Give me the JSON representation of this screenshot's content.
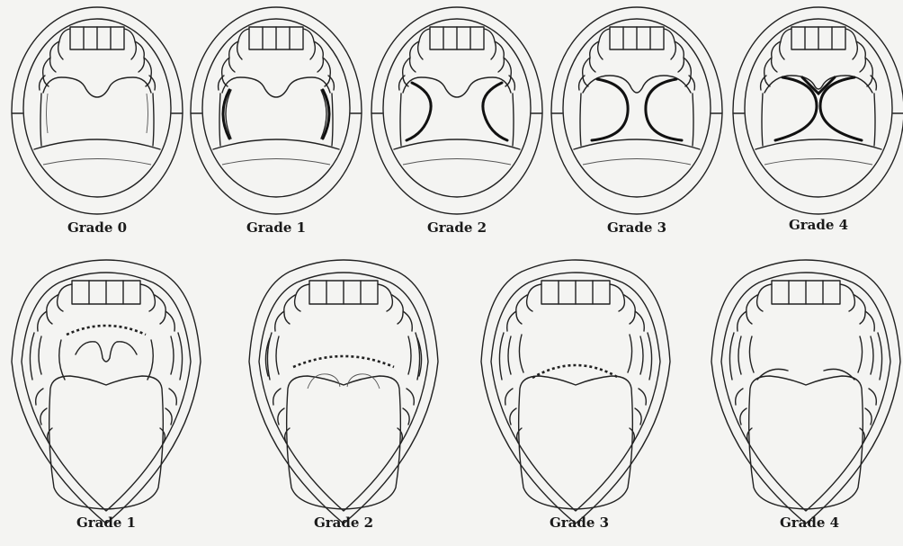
{
  "friedman": {
    "grades": [
      "Grade 0",
      "Grade 1",
      "Grade 2",
      "Grade 3",
      "Grade 4"
    ],
    "tonsil_levels": [
      0,
      1,
      2,
      3,
      4
    ]
  },
  "mallampati": {
    "grades": [
      "Grade 1",
      "Grade 2",
      "Grade 3",
      "Grade 4"
    ],
    "visible_structures": [
      "uvula-and-soft-palate",
      "partial-uvula-soft-palate",
      "soft-palate-only",
      "hard-palate-only"
    ]
  }
}
